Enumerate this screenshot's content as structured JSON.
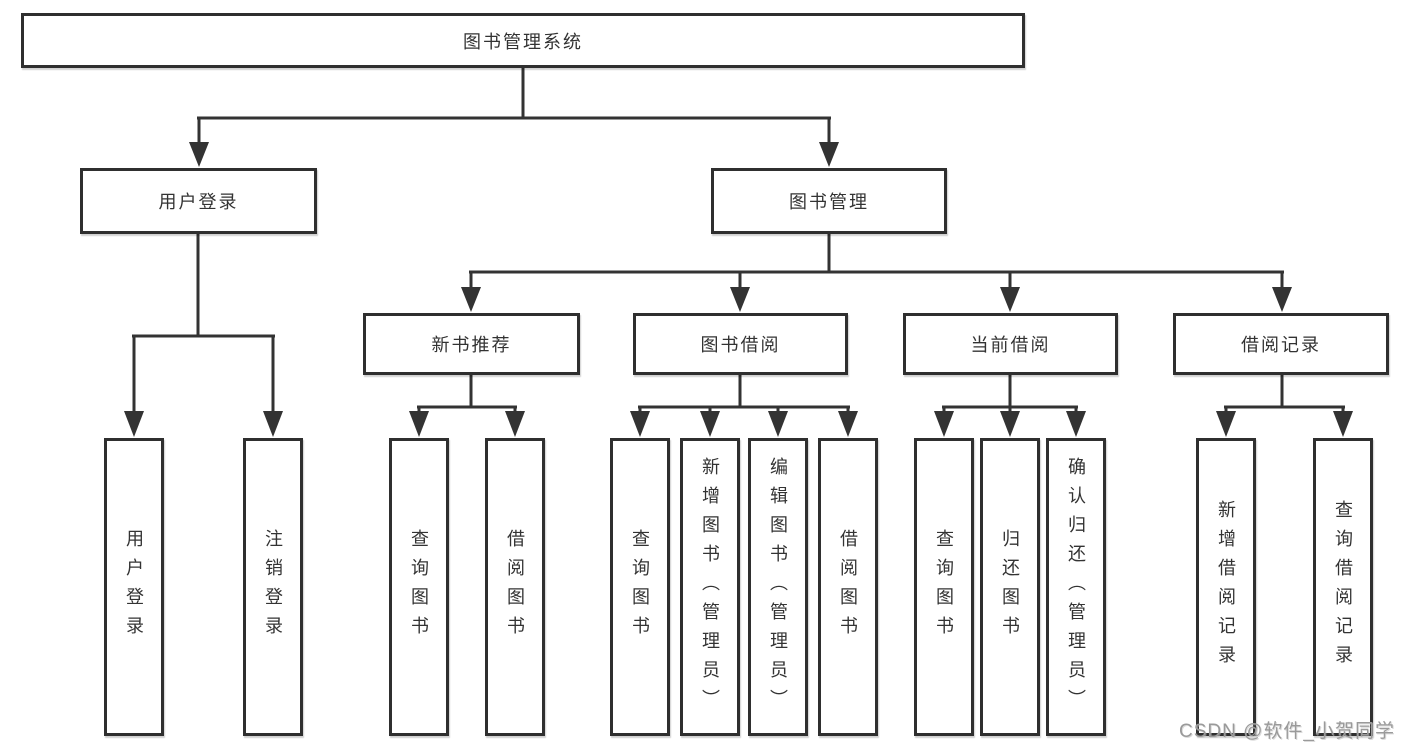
{
  "title": "图书管理系统",
  "tree": {
    "root": {
      "label": "图书管理系统"
    },
    "branches": [
      {
        "label": "用户登录",
        "leaves": [
          {
            "label": "用户登录"
          },
          {
            "label": "注销登录"
          }
        ]
      },
      {
        "label": "图书管理",
        "children": [
          {
            "label": "新书推荐",
            "leaves": [
              {
                "label": "查询图书"
              },
              {
                "label": "借阅图书"
              }
            ]
          },
          {
            "label": "图书借阅",
            "leaves": [
              {
                "label": "查询图书"
              },
              {
                "label": "新增图书（管理员）"
              },
              {
                "label": "编辑图书（管理员）"
              },
              {
                "label": "借阅图书"
              }
            ]
          },
          {
            "label": "当前借阅",
            "leaves": [
              {
                "label": "查询图书"
              },
              {
                "label": "归还图书"
              },
              {
                "label": "确认归还（管理员）"
              }
            ]
          },
          {
            "label": "借阅记录",
            "leaves": [
              {
                "label": "新增借阅记录"
              },
              {
                "label": "查询借阅记录"
              }
            ]
          }
        ]
      }
    ]
  },
  "watermark": {
    "text": "CSDN @软件_小贺同学"
  },
  "colors": {
    "line": "#333333",
    "box_border": "#2f2f2f",
    "box_fill": "#ffffff",
    "text": "#333333",
    "watermark": "#9a9a9a"
  }
}
